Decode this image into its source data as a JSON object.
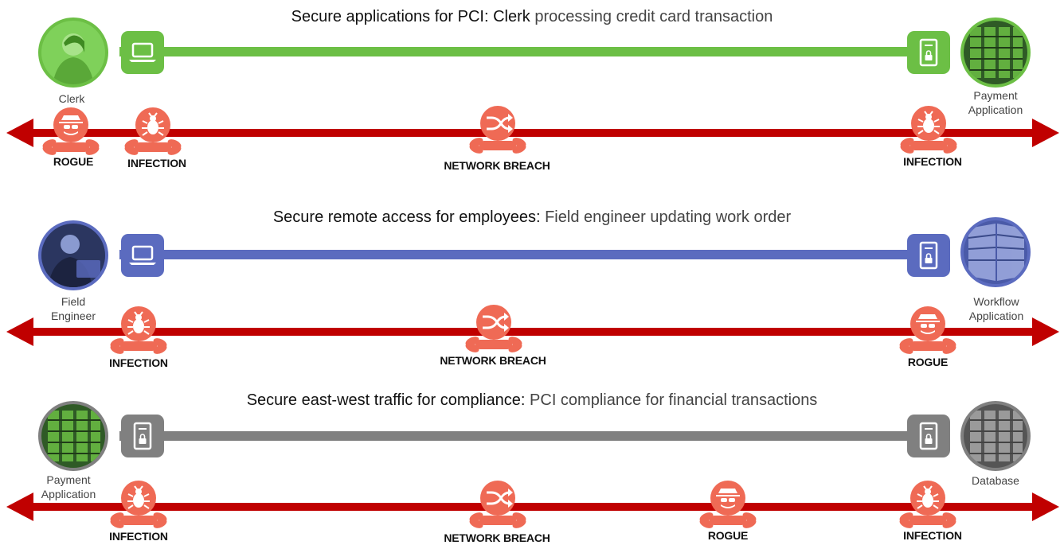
{
  "sections": [
    {
      "title_bold": "Secure applications for PCI: Clerk",
      "title_rest": "processing credit card transaction",
      "color": "#6cbf45",
      "left_endpoint": {
        "label_line1": "Clerk",
        "label_line2": "",
        "device": "laptop-icon",
        "avatar": "clerk-photo"
      },
      "right_endpoint": {
        "label_line1": "Payment",
        "label_line2": "Application",
        "device": "server-lock-icon",
        "avatar": "server-rack-photo"
      },
      "threats": [
        {
          "type": "rogue",
          "label": "ROGUE"
        },
        {
          "type": "infection",
          "label": "INFECTION"
        },
        {
          "type": "network-breach",
          "label": "NETWORK BREACH"
        },
        {
          "type": "infection",
          "label": "INFECTION"
        }
      ]
    },
    {
      "title_bold": "Secure remote access for employees:",
      "title_rest": "Field engineer updating work order",
      "color": "#5b6bbf",
      "left_endpoint": {
        "label_line1": "Field",
        "label_line2": "Engineer",
        "device": "laptop-icon",
        "avatar": "field-engineer-photo"
      },
      "right_endpoint": {
        "label_line1": "Workflow",
        "label_line2": "Application",
        "device": "server-lock-icon",
        "avatar": "datacenter-photo"
      },
      "threats": [
        {
          "type": "infection",
          "label": "INFECTION"
        },
        {
          "type": "network-breach",
          "label": "NETWORK BREACH"
        },
        {
          "type": "rogue",
          "label": "ROGUE"
        }
      ]
    },
    {
      "title_bold": "Secure east-west traffic for compliance:",
      "title_rest": "PCI compliance for financial transactions",
      "color": "#808080",
      "left_endpoint": {
        "label_line1": "Payment",
        "label_line2": "Application",
        "device": "server-lock-icon",
        "avatar": "server-rack-photo"
      },
      "right_endpoint": {
        "label_line1": "Database",
        "label_line2": "",
        "device": "server-lock-icon",
        "avatar": "database-photo"
      },
      "threats": [
        {
          "type": "infection",
          "label": "INFECTION"
        },
        {
          "type": "network-breach",
          "label": "NETWORK BREACH"
        },
        {
          "type": "rogue",
          "label": "ROGUE"
        },
        {
          "type": "infection",
          "label": "INFECTION"
        }
      ]
    }
  ],
  "colors": {
    "threat_arrow": "#c00000",
    "threat_icon": "#ef6a55"
  }
}
